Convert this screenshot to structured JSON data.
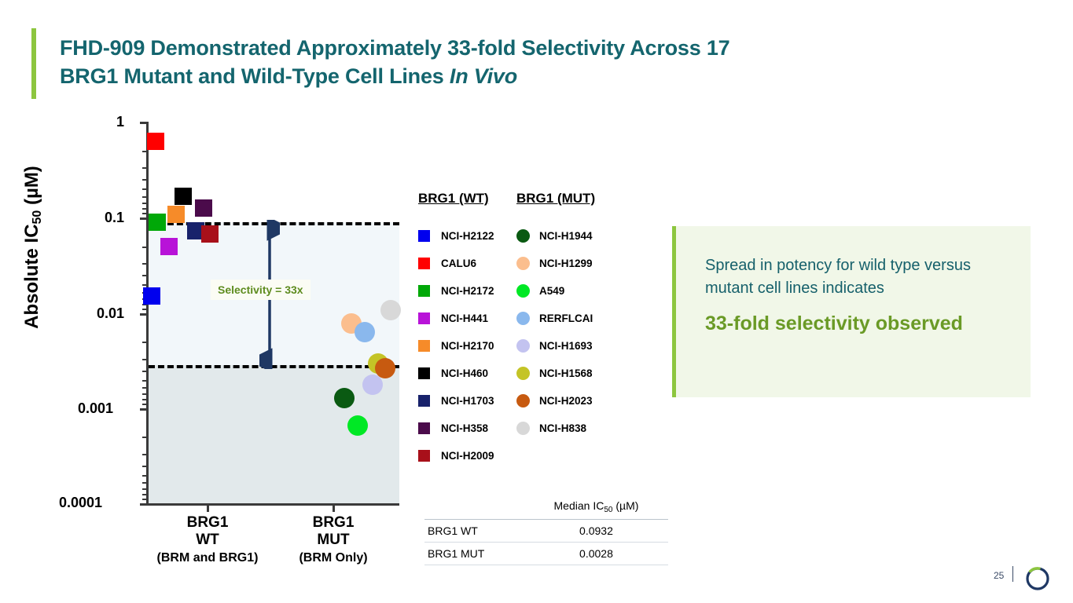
{
  "slide": {
    "title_line1": "FHD-909 Demonstrated Approximately 33-fold Selectivity Across 17",
    "title_line2_plain": "BRG1 Mutant and Wild-Type Cell Lines ",
    "title_line2_italic": "In Vivo",
    "number": "25",
    "accent_green": "#8DC63F",
    "title_teal": "#14656E"
  },
  "callout": {
    "lead": "Spread in potency for wild type versus mutant cell lines indicates",
    "emphasis": "33-fold selectivity observed",
    "background": "#F1F7E8",
    "emphasis_color": "#6A9A26"
  },
  "legend": {
    "wt_header": "BRG1 (WT)",
    "mut_header": "BRG1 (MUT)",
    "wt_items": [
      {
        "label": "NCI-H2122",
        "color": "#0000EE"
      },
      {
        "label": "CALU6",
        "color": "#FF0000"
      },
      {
        "label": "NCI-H2172",
        "color": "#00A808"
      },
      {
        "label": "NCI-H441",
        "color": "#B813D8"
      },
      {
        "label": "NCI-H2170",
        "color": "#F68B29"
      },
      {
        "label": "NCI-H460",
        "color": "#000000"
      },
      {
        "label": "NCI-H1703",
        "color": "#18226B"
      },
      {
        "label": "NCI-H358",
        "color": "#4B0B4B"
      },
      {
        "label": "NCI-H2009",
        "color": "#A8101A"
      }
    ],
    "mut_items": [
      {
        "label": "NCI-H1944",
        "color": "#0A5A12"
      },
      {
        "label": "NCI-H1299",
        "color": "#FBBE8E"
      },
      {
        "label": "A549",
        "color": "#00E825"
      },
      {
        "label": "RERFLCAI",
        "color": "#8AB8ED"
      },
      {
        "label": "NCI-H1693",
        "color": "#C3C3F0"
      },
      {
        "label": "NCI-H1568",
        "color": "#C4C426"
      },
      {
        "label": "NCI-H2023",
        "color": "#C75A10"
      },
      {
        "label": "NCI-H838",
        "color": "#D8D8D8"
      }
    ]
  },
  "median_table": {
    "col1_header": "",
    "col2_header_pre": "Median IC",
    "col2_header_sub": "50",
    "col2_header_post": " (µM)",
    "rows": [
      {
        "group": "BRG1 WT",
        "median": "0.0932"
      },
      {
        "group": "BRG1 MUT",
        "median": "0.0028"
      }
    ]
  },
  "chart_data": {
    "type": "scatter",
    "title": "",
    "ylabel_pre": "Absolute IC",
    "ylabel_sub": "50",
    "ylabel_post": " (µM)",
    "yscale": "log",
    "ylim": [
      0.0001,
      1
    ],
    "ytick_labels": [
      "1",
      "0.1",
      "0.01",
      "0.001",
      "0.0001"
    ],
    "ytick_values": [
      1,
      0.1,
      0.01,
      0.001,
      0.0001
    ],
    "grid": false,
    "legend_position": "right",
    "categories": [
      "BRG1 WT",
      "BRG1 MUT"
    ],
    "xtick_labels": [
      {
        "line1": "BRG1",
        "line2": "WT",
        "line3": "(BRM and BRG1)"
      },
      {
        "line1": "BRG1",
        "line2": "MUT",
        "line3": "(BRM Only)"
      }
    ],
    "annotations": [
      {
        "name": "selectivity-label",
        "text": "Selectivity = 33x",
        "color": "#5E8C1F"
      },
      {
        "name": "upper-threshold-line",
        "value": 0.0932,
        "style": "dashed"
      },
      {
        "name": "lower-threshold-line",
        "value": 0.0028,
        "style": "dashed"
      }
    ],
    "series": [
      {
        "name": "BRG1 (WT)",
        "marker": "square",
        "points": [
          {
            "label": "CALU6",
            "color": "#FF0000",
            "value": 0.68,
            "x": 198,
            "y": 180
          },
          {
            "label": "NCI-H460",
            "color": "#000000",
            "value": 0.175,
            "x": 233,
            "y": 250
          },
          {
            "label": "NCI-H2170",
            "color": "#F68B29",
            "value": 0.115,
            "x": 224,
            "y": 273
          },
          {
            "label": "NCI-H358",
            "color": "#4B0B4B",
            "value": 0.128,
            "x": 259,
            "y": 265
          },
          {
            "label": "NCI-H2172",
            "color": "#00A808",
            "value": 0.095,
            "x": 200,
            "y": 283
          },
          {
            "label": "NCI-H1703",
            "color": "#18226B",
            "value": 0.082,
            "x": 249,
            "y": 294
          },
          {
            "label": "NCI-H2009",
            "color": "#A8101A",
            "value": 0.073,
            "x": 267,
            "y": 298
          },
          {
            "label": "NCI-H441",
            "color": "#B813D8",
            "value": 0.051,
            "x": 215,
            "y": 314
          },
          {
            "label": "NCI-H2122",
            "color": "#0000EE",
            "value": 0.0155,
            "x": 193,
            "y": 377
          }
        ]
      },
      {
        "name": "BRG1 (MUT)",
        "marker": "circle",
        "points": [
          {
            "label": "NCI-H838",
            "color": "#D8D8D8",
            "value": 0.011,
            "x": 497,
            "y": 395
          },
          {
            "label": "NCI-H1299",
            "color": "#FBBE8E",
            "value": 0.0081,
            "x": 447,
            "y": 412
          },
          {
            "label": "RERFLCAI",
            "color": "#8AB8ED",
            "value": 0.0067,
            "x": 464,
            "y": 423
          },
          {
            "label": "NCI-H1568",
            "color": "#C4C426",
            "value": 0.003,
            "x": 481,
            "y": 463
          },
          {
            "label": "NCI-H2023",
            "color": "#C75A10",
            "value": 0.0027,
            "x": 490,
            "y": 469
          },
          {
            "label": "NCI-H1693",
            "color": "#C3C3F0",
            "value": 0.0018,
            "x": 474,
            "y": 490
          },
          {
            "label": "NCI-H1944",
            "color": "#0A5A12",
            "value": 0.0013,
            "x": 438,
            "y": 507
          },
          {
            "label": "A549",
            "color": "#00E825",
            "value": 0.00065,
            "x": 455,
            "y": 542
          }
        ]
      }
    ]
  }
}
